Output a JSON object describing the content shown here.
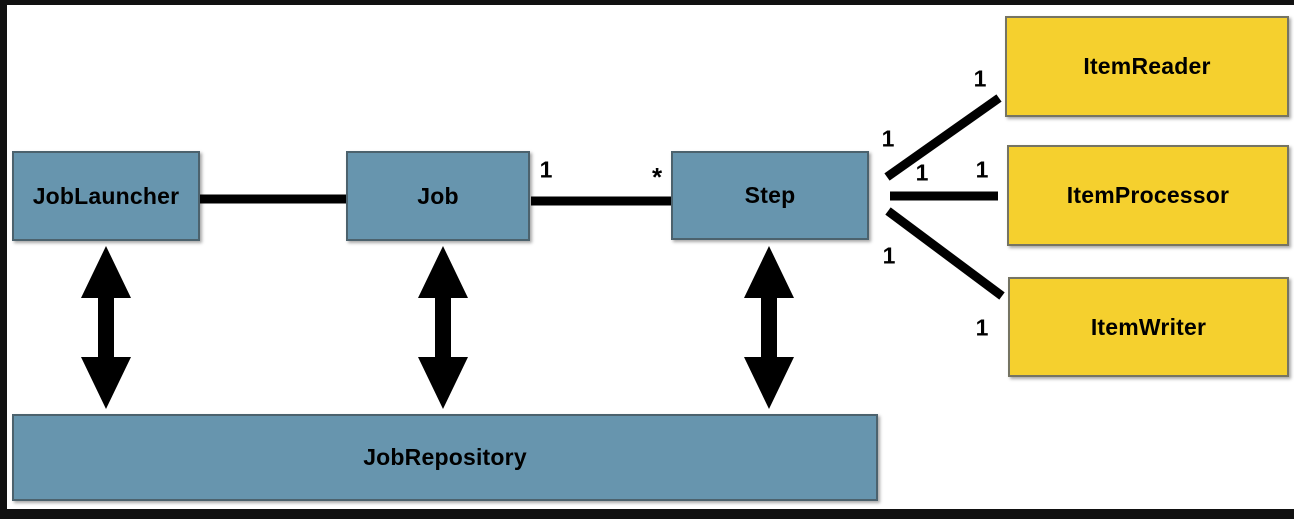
{
  "nodes": {
    "job_launcher": {
      "label": "JobLauncher"
    },
    "job": {
      "label": "Job"
    },
    "step": {
      "label": "Step"
    },
    "job_repository": {
      "label": "JobRepository"
    },
    "item_reader": {
      "label": "ItemReader"
    },
    "item_processor": {
      "label": "ItemProcessor"
    },
    "item_writer": {
      "label": "ItemWriter"
    }
  },
  "multiplicities": {
    "job_to_step_job_side": "1",
    "job_to_step_step_side": "*",
    "step_to_reader_step_side": "1",
    "step_to_reader_reader_side": "1",
    "step_to_processor_step_side": "1",
    "step_to_processor_processor_side": "1",
    "step_to_writer_step_side": "1",
    "step_to_writer_writer_side": "1"
  },
  "edges": [
    {
      "from": "JobLauncher",
      "to": "Job",
      "type": "association"
    },
    {
      "from": "Job",
      "to": "Step",
      "type": "association",
      "from_multiplicity": "1",
      "to_multiplicity": "*"
    },
    {
      "from": "Step",
      "to": "ItemReader",
      "type": "association",
      "from_multiplicity": "1",
      "to_multiplicity": "1"
    },
    {
      "from": "Step",
      "to": "ItemProcessor",
      "type": "association",
      "from_multiplicity": "1",
      "to_multiplicity": "1"
    },
    {
      "from": "Step",
      "to": "ItemWriter",
      "type": "association",
      "from_multiplicity": "1",
      "to_multiplicity": "1"
    },
    {
      "from": "JobLauncher",
      "to": "JobRepository",
      "type": "double-headed-arrow"
    },
    {
      "from": "Job",
      "to": "JobRepository",
      "type": "double-headed-arrow"
    },
    {
      "from": "Step",
      "to": "JobRepository",
      "type": "double-headed-arrow"
    }
  ],
  "colors": {
    "blue_node": "#6795ae",
    "yellow_node": "#f5d02e",
    "connector": "#000000",
    "frame": "#111111"
  }
}
